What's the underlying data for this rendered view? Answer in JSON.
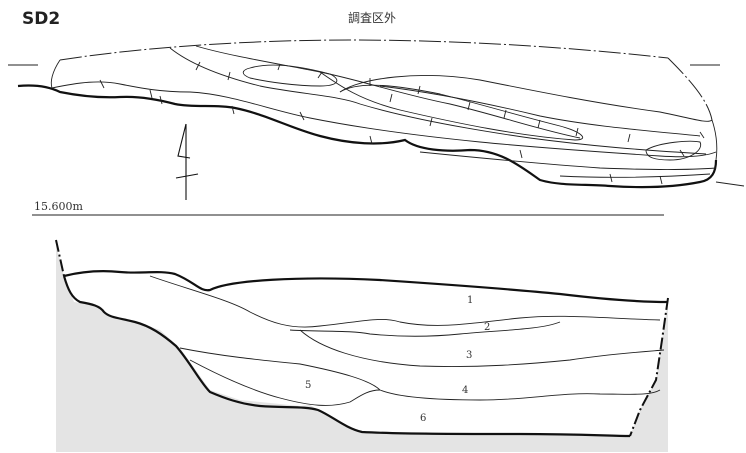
{
  "figure": {
    "title": "SD2",
    "outside_label": "調査区外",
    "level_label": "15.600m"
  },
  "layers": [
    {
      "number": "1"
    },
    {
      "number": "2"
    },
    {
      "number": "3"
    },
    {
      "number": "4"
    },
    {
      "number": "5"
    },
    {
      "number": "6"
    }
  ],
  "colors": {
    "ground_fill": "#e4e4e4",
    "line": "#111111"
  }
}
